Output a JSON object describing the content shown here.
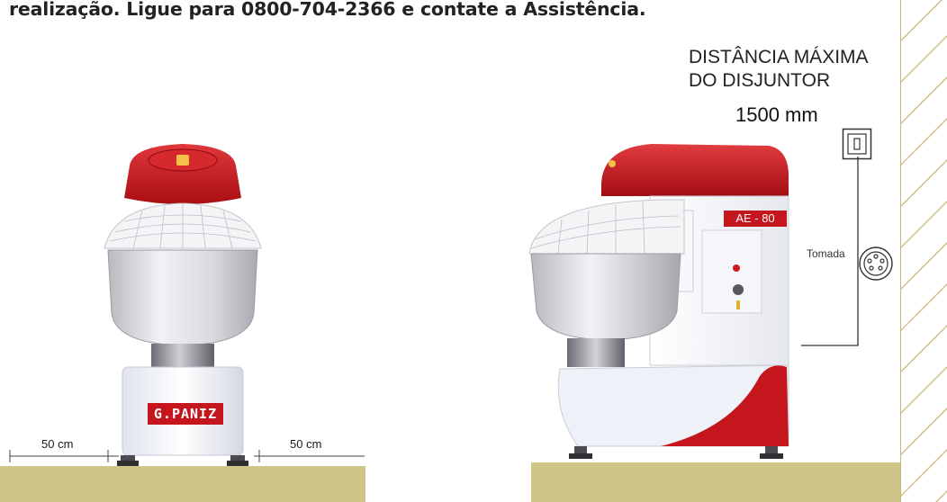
{
  "header": {
    "text": "realização. Ligue para 0800-704-2366 e contate a Assistência."
  },
  "breaker": {
    "title_line1": "DISTÂNCIA MÁXIMA",
    "title_line2": "DO DISJUNTOR",
    "distance": "1500 mm"
  },
  "outlet": {
    "label": "Tomada"
  },
  "front_view": {
    "brand": "G.PANIZ",
    "clearance_left": "50 cm",
    "clearance_right": "50 cm"
  },
  "side_view": {
    "model": "AE - 80"
  },
  "colors": {
    "floor": "#cfc586",
    "machine_red": "#c4161c",
    "wall_hatch": "#c9b77a"
  }
}
